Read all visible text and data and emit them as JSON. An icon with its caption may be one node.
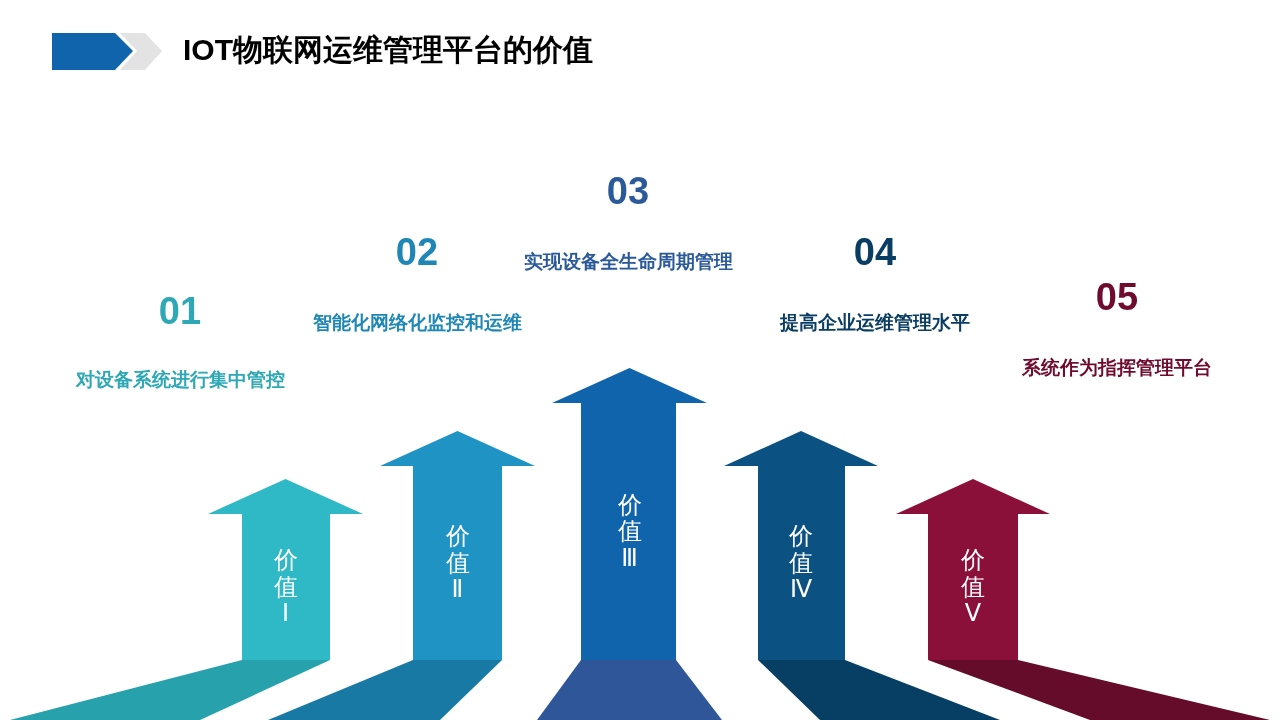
{
  "diagram": {
    "title": "IOT物联网运维管理平台的价值",
    "nodes": [
      {
        "text": [
          "价值Ⅰ"
        ],
        "beside": [
          "01",
          "对设备系统进行集中管控"
        ]
      },
      {
        "text": [
          "价值Ⅱ"
        ],
        "beside": [
          "02",
          "智能化网络化监控和运维"
        ]
      },
      {
        "text": [
          "价值Ⅲ"
        ],
        "beside": [
          "03",
          "实现设备全生命周期管理"
        ]
      },
      {
        "text": [
          "价值Ⅳ"
        ],
        "beside": [
          "04",
          "提高企业运维管理水平"
        ]
      },
      {
        "text": [
          "价值Ⅴ"
        ],
        "beside": [
          "05",
          "系统作为指挥管理平台"
        ]
      }
    ]
  }
}
